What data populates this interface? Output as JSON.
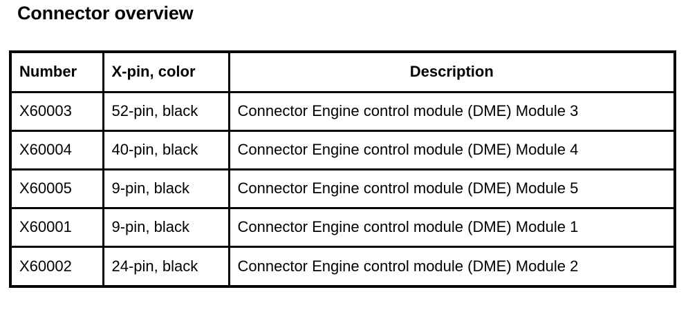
{
  "document": {
    "title": "Connector overview"
  },
  "table": {
    "columns": [
      {
        "key": "number",
        "label": "Number",
        "align": "left"
      },
      {
        "key": "xpin",
        "label": "X-pin, color",
        "align": "left"
      },
      {
        "key": "description",
        "label": "Description",
        "align": "center"
      }
    ],
    "rows": [
      {
        "number": "X60003",
        "xpin": "52-pin, black",
        "description": "Connector Engine control module (DME) Module 3"
      },
      {
        "number": "X60004",
        "xpin": "40-pin, black",
        "description": "Connector Engine control module (DME) Module 4"
      },
      {
        "number": "X60005",
        "xpin": "9-pin, black",
        "description": "Connector Engine control module (DME) Module 5"
      },
      {
        "number": "X60001",
        "xpin": "9-pin, black",
        "description": "Connector Engine control module (DME) Module 1"
      },
      {
        "number": "X60002",
        "xpin": "24-pin, black",
        "description": "Connector Engine control module (DME) Module 2"
      }
    ]
  },
  "colors": {
    "text": "#000000",
    "border": "#000000",
    "background": "#ffffff"
  }
}
